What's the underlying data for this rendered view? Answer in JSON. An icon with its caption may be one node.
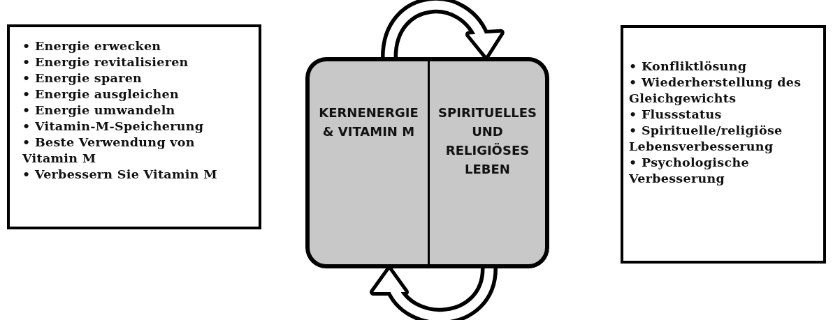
{
  "diagram": {
    "nodes": [
      {
        "text": [
          "• Energie erwecken",
          "• Energie revitalisieren",
          "• Energie sparen",
          "• Energie ausgleichen",
          "• Energie umwandeln",
          "• Vitamin-M-Speicherung",
          "• Beste Verwendung von Vitamin M",
          "• Verbessern Sie Vitamin M"
        ]
      },
      {
        "text": [
          "KERNENERGIE & VITAMIN M"
        ]
      },
      {
        "text": [
          "SPIRITUELLES UND RELIGIÖSES LEBEN"
        ]
      },
      {
        "text": [
          "• Konfliktlösung",
          "• Wiederherstellung des Gleichgewichts",
          "• Flussstatus",
          "• Spirituelle/religiöse Lebensverbesserung",
          "• Psychologische Verbesserung"
        ]
      }
    ],
    "edges": [
      {
        "from": 1,
        "to": 2,
        "arrow": "to"
      },
      {
        "from": 2,
        "to": 1,
        "arrow": "to"
      }
    ]
  }
}
